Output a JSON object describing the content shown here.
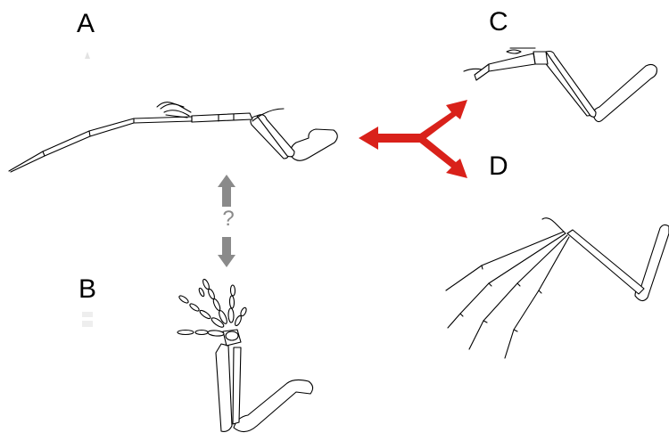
{
  "panels": {
    "a": {
      "label": "A"
    },
    "b": {
      "label": "B"
    },
    "c": {
      "label": "C"
    },
    "d": {
      "label": "D"
    }
  },
  "connector": {
    "symbol": "?"
  },
  "colors": {
    "divergence_arrow": "#d9211a",
    "question_arrow": "#8a8a8a",
    "line_art": "#000000",
    "background": "#ffffff"
  }
}
